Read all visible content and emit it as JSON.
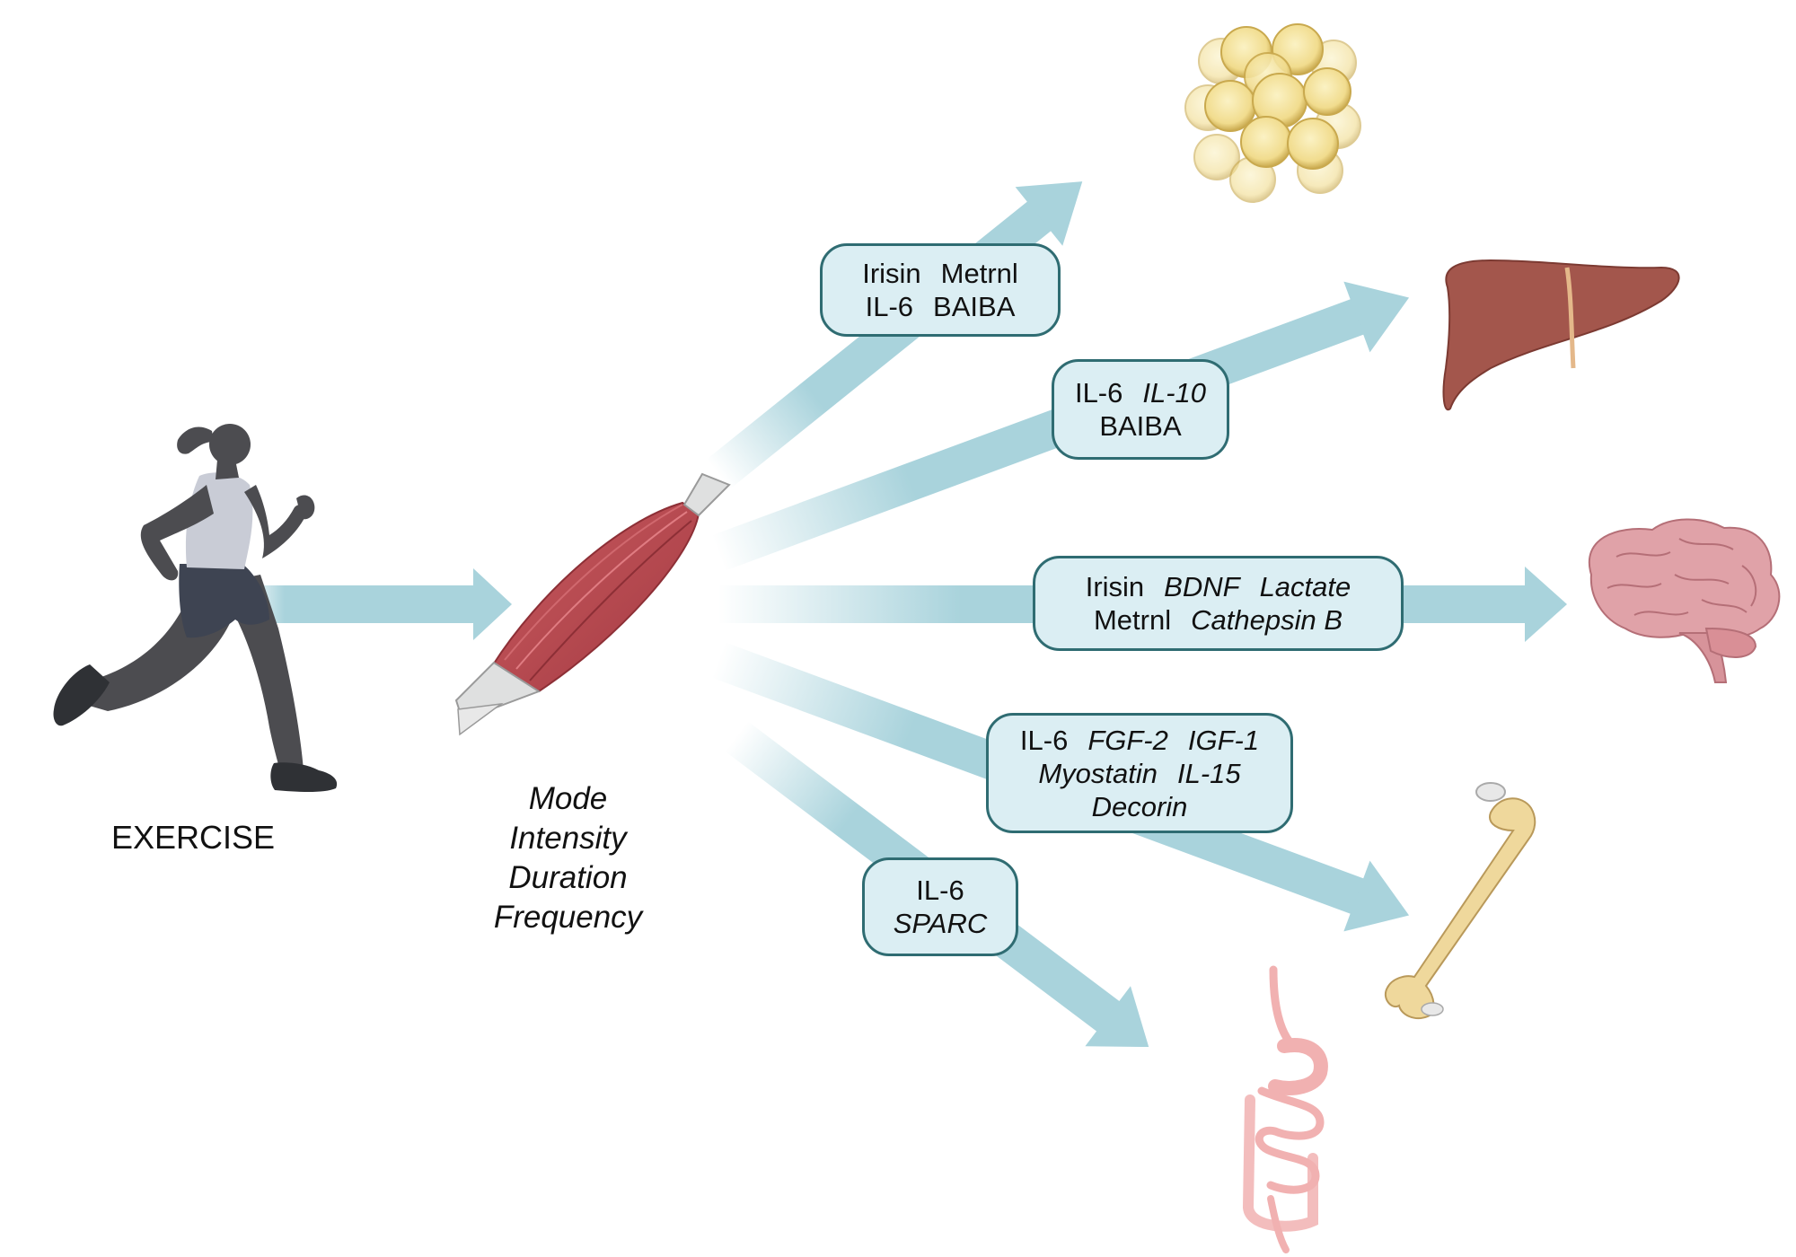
{
  "exercise_label": "EXERCISE",
  "modifiers": [
    "Mode",
    "Intensity",
    "Duration",
    "Frequency"
  ],
  "myokine_boxes": {
    "adipose": {
      "lines": [
        [
          {
            "text": "Irisin",
            "italic": false
          },
          {
            "text": "Metrnl",
            "italic": false
          }
        ],
        [
          {
            "text": "IL-6",
            "italic": false
          },
          {
            "text": "BAIBA",
            "italic": false
          }
        ]
      ]
    },
    "liver": {
      "lines": [
        [
          {
            "text": "IL-6",
            "italic": false
          },
          {
            "text": "IL-10",
            "italic": true
          }
        ],
        [
          {
            "text": "BAIBA",
            "italic": false
          }
        ]
      ]
    },
    "brain": {
      "lines": [
        [
          {
            "text": "Irisin",
            "italic": false
          },
          {
            "text": "BDNF",
            "italic": true
          },
          {
            "text": "Lactate",
            "italic": true
          }
        ],
        [
          {
            "text": "Metrnl",
            "italic": false
          },
          {
            "text": "Cathepsin B",
            "italic": true
          }
        ]
      ]
    },
    "bone": {
      "lines": [
        [
          {
            "text": "IL-6",
            "italic": false
          },
          {
            "text": "FGF-2",
            "italic": true
          },
          {
            "text": "IGF-1",
            "italic": true
          }
        ],
        [
          {
            "text": "Myostatin",
            "italic": true
          },
          {
            "text": "IL-15",
            "italic": true
          }
        ],
        [
          {
            "text": "Decorin",
            "italic": true
          }
        ]
      ]
    },
    "gut": {
      "lines": [
        [
          {
            "text": "IL-6",
            "italic": false
          }
        ],
        [
          {
            "text": "SPARC",
            "italic": true
          }
        ]
      ]
    }
  },
  "icons": [
    "runner-icon",
    "skeletal-muscle-icon",
    "adipose-tissue-icon",
    "liver-icon",
    "brain-icon",
    "bone-icon",
    "intestine-icon"
  ],
  "colors": {
    "arrow": "#a9d3dc",
    "box_fill": "#dbeef3",
    "box_border": "#2f6c72",
    "muscle": "#b5454b",
    "adipose": "#f3e09a",
    "liver": "#a3564c",
    "brain": "#e0a2a8",
    "bone": "#efd89c",
    "intestine": "#f1b1b1",
    "runner": "#4c4c50"
  }
}
